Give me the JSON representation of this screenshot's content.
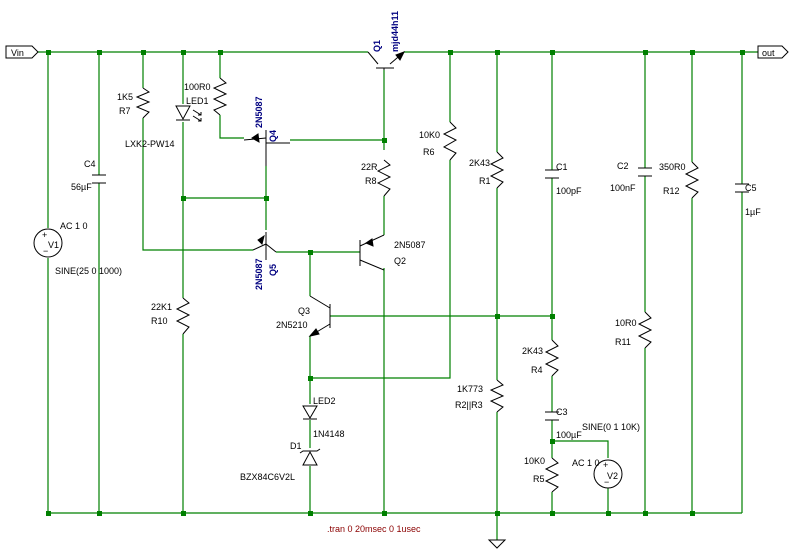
{
  "ports": {
    "vin": "Vin",
    "out": "out"
  },
  "sources": {
    "v1": {
      "name": "V1",
      "ac": "AC 1 0",
      "sine": "SINE(25 0 1000)"
    },
    "v2": {
      "name": "V2",
      "ac": "AC 1 0",
      "sine": "SINE(0 1 10K)"
    }
  },
  "transistors": {
    "q1": {
      "name": "Q1",
      "model": "mjd44h11"
    },
    "q2": {
      "name": "Q2",
      "model": "2N5087"
    },
    "q3": {
      "name": "Q3",
      "model": "2N5210"
    },
    "q4": {
      "name": "Q4",
      "model": "2N5087"
    },
    "q5": {
      "name": "Q5",
      "model": "2N5087"
    }
  },
  "resistors": {
    "r7": {
      "name": "R7",
      "value": "1K5"
    },
    "r9": {
      "value": "100R0"
    },
    "r10": {
      "name": "R10",
      "value": "22K1"
    },
    "r8": {
      "name": "R8",
      "value": "22R"
    },
    "r6": {
      "name": "R6",
      "value": "10K0"
    },
    "r1": {
      "name": "R1",
      "value": "2K43"
    },
    "r4": {
      "name": "R4",
      "value": "2K43"
    },
    "r23": {
      "name": "R2||R3",
      "value": "1K773"
    },
    "r5": {
      "name": "R5",
      "value": "10K0"
    },
    "r11": {
      "name": "R11",
      "value": "10R0"
    },
    "r12": {
      "name": "R12",
      "value": "350R0"
    }
  },
  "capacitors": {
    "c4": {
      "name": "C4",
      "value": "56µF"
    },
    "c1": {
      "name": "C1",
      "value": "100pF"
    },
    "c2": {
      "name": "C2",
      "value": "100nF"
    },
    "c3": {
      "name": "C3",
      "value": "100µF"
    },
    "c5": {
      "name": "C5",
      "value": "1µF"
    }
  },
  "diodes": {
    "led1": {
      "name": "LED1",
      "model": "LXK2-PW14"
    },
    "led2": {
      "name": "LED2",
      "model": "1N4148"
    },
    "d1": {
      "name": "D1",
      "model": "BZX84C6V2L"
    }
  },
  "directive": ".tran 0 20msec 0 1usec",
  "colors": {
    "wire": "#008000",
    "component": "#000000",
    "partname": "#000080",
    "directive": "#8b0000"
  }
}
